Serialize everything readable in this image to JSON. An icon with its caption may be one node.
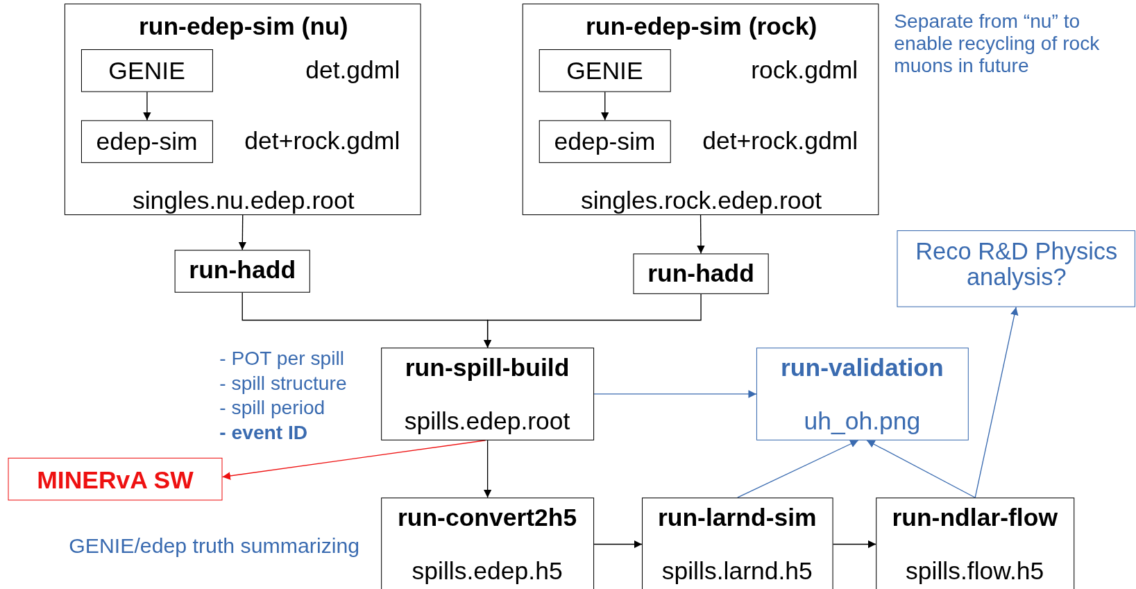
{
  "diagram": {
    "nodes": [
      {
        "text": [
          "run-edep-sim (nu)",
          "det.gdml",
          "det+rock.gdml",
          "singles.nu.edep.root"
        ]
      },
      {
        "text": [
          "GENIE"
        ],
        "in": 0
      },
      {
        "text": [
          "edep-sim"
        ],
        "in": 0
      },
      {
        "text": [
          "run-edep-sim (rock)",
          "rock.gdml",
          "det+rock.gdml",
          "singles.rock.edep.root"
        ]
      },
      {
        "text": [
          "GENIE"
        ],
        "in": 3
      },
      {
        "text": [
          "edep-sim"
        ],
        "in": 3
      },
      {
        "text": [
          "run-hadd"
        ]
      },
      {
        "text": [
          "run-hadd"
        ]
      },
      {
        "text": [
          "Reco R&D Physics analysis?"
        ]
      },
      {
        "text": [
          "run-spill-build",
          "spills.edep.root"
        ]
      },
      {
        "text": [
          "run-validation",
          "uh_oh.png"
        ]
      },
      {
        "text": [
          "MINERvA SW"
        ]
      },
      {
        "text": [
          "run-convert2h5",
          "spills.edep.h5"
        ]
      },
      {
        "text": [
          "run-larnd-sim",
          "spills.larnd.h5"
        ]
      },
      {
        "text": [
          "run-ndlar-flow",
          "spills.flow.h5"
        ]
      }
    ],
    "edges": [
      {
        "from": 1,
        "to": 2,
        "arrow": "to"
      },
      {
        "from": 4,
        "to": 5,
        "arrow": "to"
      },
      {
        "from": 0,
        "to": 6,
        "arrow": "to"
      },
      {
        "from": 3,
        "to": 7,
        "arrow": "to"
      },
      {
        "from": 6,
        "to": 9,
        "arrow": "to"
      },
      {
        "from": 7,
        "to": 9,
        "arrow": "to"
      },
      {
        "from": 9,
        "to": 10,
        "arrow": "to",
        "color": "#3a6bb0"
      },
      {
        "from": 9,
        "to": 11,
        "arrow": "to",
        "color": "#ee1111"
      },
      {
        "from": 9,
        "to": 12,
        "arrow": "to"
      },
      {
        "from": 12,
        "to": 13,
        "arrow": "to"
      },
      {
        "from": 13,
        "to": 14,
        "arrow": "to"
      },
      {
        "from": 13,
        "to": 10,
        "arrow": "to",
        "color": "#3a6bb0"
      },
      {
        "from": 14,
        "to": 10,
        "arrow": "to",
        "color": "#3a6bb0"
      },
      {
        "from": 14,
        "to": 8,
        "arrow": "to",
        "color": "#3a6bb0"
      }
    ],
    "labels": [
      "Separate from “nu” to enable recycling of rock muons in future",
      "- POT per spill",
      "- spill structure",
      "- spill period",
      "**- event ID**",
      "GENIE/edep truth summarizing"
    ]
  }
}
